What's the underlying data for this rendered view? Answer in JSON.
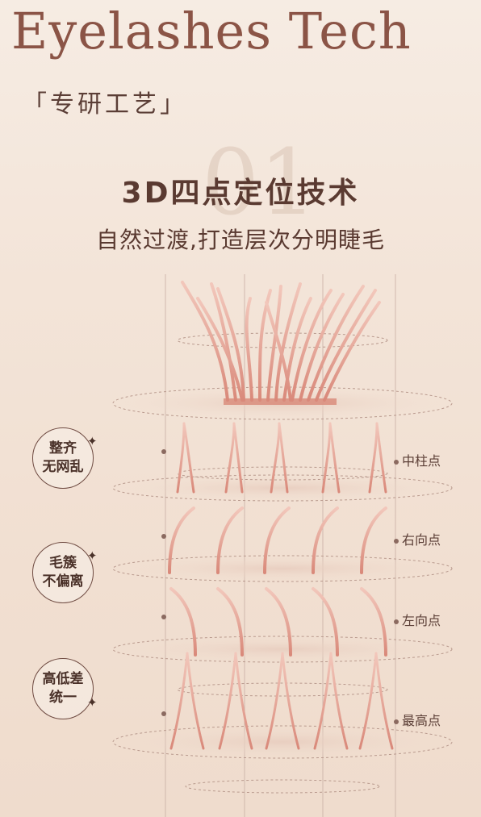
{
  "brand_title": "Eyelashes Tech",
  "section_tag": "「专研工艺」",
  "watermark_number": "01",
  "headline": "3D四点定位技术",
  "subheadline": "自然过渡,打造层次分明睫毛",
  "badges": [
    {
      "line1": "整齐",
      "line2": "无网乱"
    },
    {
      "line1": "毛簇",
      "line2": "不偏离"
    },
    {
      "line1": "高低差",
      "line2": "统一"
    }
  ],
  "points": [
    "中柱点",
    "右向点",
    "左向点",
    "最高点"
  ],
  "colors": {
    "lash": "#e3a597",
    "lash_dark": "#cf8575",
    "accent_text": "#8b5446",
    "dash": "#b99a8e"
  },
  "icons": [
    "sparkle-icon",
    "dot-icon"
  ]
}
